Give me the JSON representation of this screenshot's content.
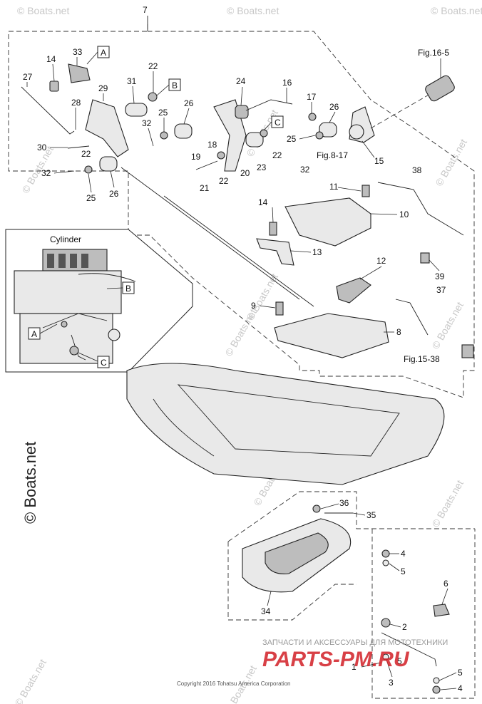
{
  "callouts": [
    {
      "id": "7",
      "text": "7"
    },
    {
      "id": "33",
      "text": "33"
    },
    {
      "id": "A1",
      "text": "A"
    },
    {
      "id": "14a",
      "text": "14"
    },
    {
      "id": "27",
      "text": "27"
    },
    {
      "id": "22a",
      "text": "22"
    },
    {
      "id": "B1",
      "text": "B"
    },
    {
      "id": "31",
      "text": "31"
    },
    {
      "id": "29",
      "text": "29"
    },
    {
      "id": "28",
      "text": "28"
    },
    {
      "id": "25a",
      "text": "25"
    },
    {
      "id": "26a",
      "text": "26"
    },
    {
      "id": "32a",
      "text": "32"
    },
    {
      "id": "30",
      "text": "30"
    },
    {
      "id": "22b",
      "text": "22"
    },
    {
      "id": "19",
      "text": "19"
    },
    {
      "id": "18",
      "text": "18"
    },
    {
      "id": "24",
      "text": "24"
    },
    {
      "id": "16",
      "text": "16"
    },
    {
      "id": "17",
      "text": "17"
    },
    {
      "id": "26b",
      "text": "26"
    },
    {
      "id": "C1",
      "text": "C"
    },
    {
      "id": "25b",
      "text": "25"
    },
    {
      "id": "22c",
      "text": "22"
    },
    {
      "id": "32b",
      "text": "32"
    },
    {
      "id": "20",
      "text": "20"
    },
    {
      "id": "23",
      "text": "23"
    },
    {
      "id": "22d",
      "text": "22"
    },
    {
      "id": "21",
      "text": "21"
    },
    {
      "id": "15",
      "text": "15"
    },
    {
      "id": "32c",
      "text": "32"
    },
    {
      "id": "26c",
      "text": "26"
    },
    {
      "id": "25c",
      "text": "25"
    },
    {
      "id": "38",
      "text": "38"
    },
    {
      "id": "11",
      "text": "11"
    },
    {
      "id": "10",
      "text": "10"
    },
    {
      "id": "14b",
      "text": "14"
    },
    {
      "id": "13",
      "text": "13"
    },
    {
      "id": "12",
      "text": "12"
    },
    {
      "id": "39",
      "text": "39"
    },
    {
      "id": "37",
      "text": "37"
    },
    {
      "id": "9",
      "text": "9"
    },
    {
      "id": "8",
      "text": "8"
    },
    {
      "id": "36",
      "text": "36"
    },
    {
      "id": "35",
      "text": "35"
    },
    {
      "id": "4a",
      "text": "4"
    },
    {
      "id": "5a",
      "text": "5"
    },
    {
      "id": "6",
      "text": "6"
    },
    {
      "id": "34",
      "text": "34"
    },
    {
      "id": "2",
      "text": "2"
    },
    {
      "id": "1",
      "text": "1"
    },
    {
      "id": "3",
      "text": "3"
    },
    {
      "id": "5b",
      "text": "5"
    },
    {
      "id": "5c",
      "text": "5"
    },
    {
      "id": "4b",
      "text": "4"
    }
  ],
  "inset_labels": {
    "title": "Cylinder",
    "A": "A",
    "B": "B",
    "C": "C"
  },
  "fig_refs": {
    "fig16_5": "Fig.16-5",
    "fig8_17": "Fig.8-17",
    "fig15_38": "Fig.15-38"
  },
  "watermark": {
    "side": "© Boats.net",
    "repeat": "© Boats.net"
  },
  "footer": {
    "copyright": "Copyright 2016 Tohatsu America Corporation",
    "shop_line": "ЗАПЧАСТИ И АКСЕССУАРЫ ДЛЯ МОТОТЕХНИКИ",
    "shop_logo": "PARTS-PM.RU"
  },
  "colors": {
    "line": "#222222",
    "part_fill": "#e9e9e9",
    "watermark": "#c8c8c8",
    "shop_red": "#d21f26"
  }
}
